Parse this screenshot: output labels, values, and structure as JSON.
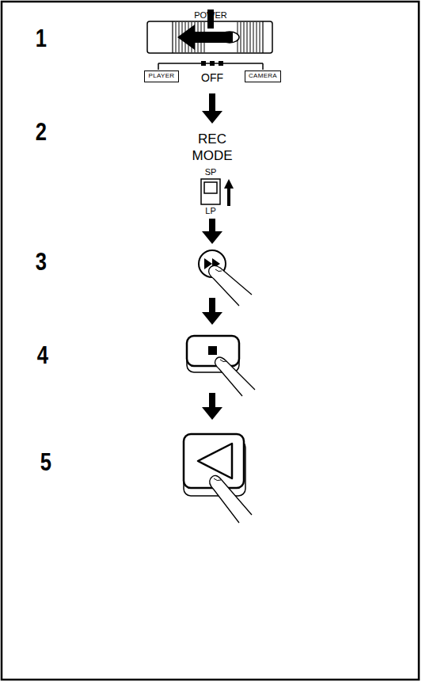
{
  "diagram": {
    "nodes": [
      {
        "text": [
          "PLAYER"
        ]
      },
      {
        "text": [
          "CAMERA"
        ]
      }
    ],
    "labels": [
      "1",
      "POWER",
      "OFF",
      "2",
      "REC MODE",
      "SP",
      "LP",
      "3",
      "4",
      "5"
    ]
  }
}
